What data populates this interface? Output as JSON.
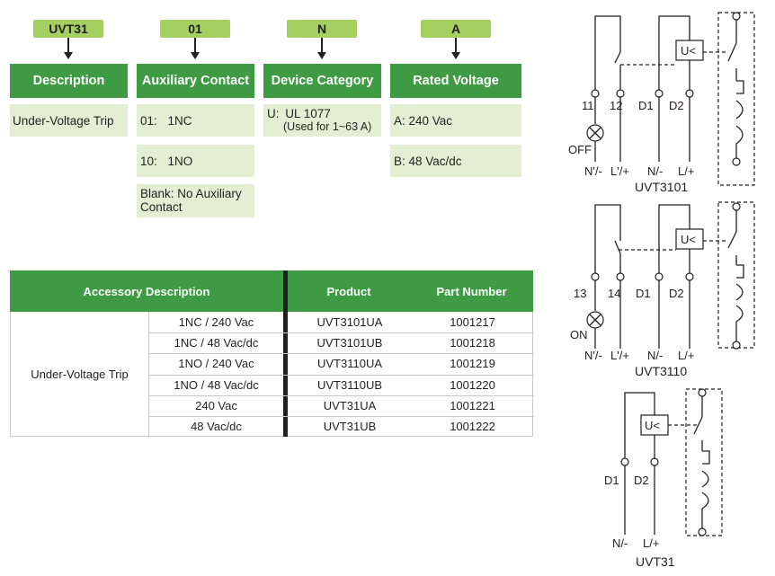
{
  "ordering": {
    "fields": [
      {
        "code": "UVT31",
        "heading": "Description"
      },
      {
        "code": "01",
        "heading": "Auxiliary Contact"
      },
      {
        "code": "N",
        "heading": "Device Category"
      },
      {
        "code": "A",
        "heading": "Rated Voltage"
      }
    ],
    "description_options": [
      "Under-Voltage Trip"
    ],
    "auxiliary_options": [
      {
        "code": "01:",
        "label": "1NC"
      },
      {
        "code": "10:",
        "label": "1NO"
      },
      {
        "code": "Blank:",
        "label": "No Auxiliary Contact"
      }
    ],
    "category_options": [
      {
        "code": "U:",
        "label": "UL 1077",
        "note": "(Used for 1~63 A)"
      }
    ],
    "voltage_options": [
      "A: 240 Vac",
      "B: 48 Vac/dc"
    ]
  },
  "accessory_table": {
    "headers": [
      "Accessory Description",
      "Product",
      "Part Number"
    ],
    "group": "Under-Voltage Trip",
    "rows": [
      {
        "desc": "1NC / 240 Vac",
        "product": "UVT3101UA",
        "part": "1001217"
      },
      {
        "desc": "1NC / 48 Vac/dc",
        "product": "UVT3101UB",
        "part": "1001218"
      },
      {
        "desc": "1NO / 240 Vac",
        "product": "UVT3110UA",
        "part": "1001219"
      },
      {
        "desc": "1NO / 48 Vac/dc",
        "product": "UVT3110UB",
        "part": "1001220"
      },
      {
        "desc": "240 Vac",
        "product": "UVT31UA",
        "part": "1001221"
      },
      {
        "desc": "48 Vac/dc",
        "product": "UVT31UB",
        "part": "1001222"
      }
    ]
  },
  "diagrams": [
    {
      "name": "UVT3101",
      "aux_terms": [
        "11",
        "12"
      ],
      "coil_terms": [
        "D1",
        "D2"
      ],
      "lamp_label": "OFF",
      "bottom_labels": [
        "N'/-",
        "L'/+",
        "N/-",
        "L/+"
      ],
      "coil_label": "U<"
    },
    {
      "name": "UVT3110",
      "aux_terms": [
        "13",
        "14"
      ],
      "coil_terms": [
        "D1",
        "D2"
      ],
      "lamp_label": "ON",
      "bottom_labels": [
        "N'/-",
        "L'/+",
        "N/-",
        "L/+"
      ],
      "coil_label": "U<"
    },
    {
      "name": "UVT31",
      "coil_terms": [
        "D1",
        "D2"
      ],
      "bottom_labels": [
        "N/-",
        "L/+"
      ],
      "coil_label": "U<"
    }
  ],
  "colors": {
    "heading_green": "#3f9b43",
    "code_green": "#a6cf61",
    "option_bg": "#e4eed2"
  }
}
